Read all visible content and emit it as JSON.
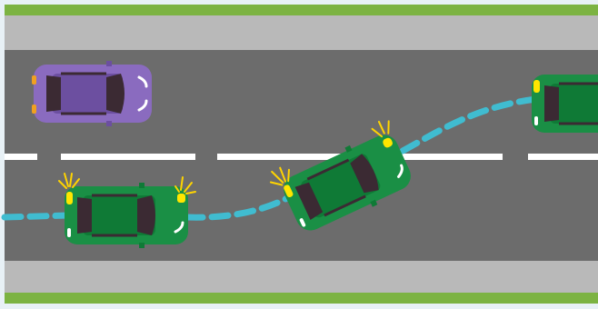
{
  "scene": {
    "description_title": "",
    "colors": {
      "grass": "#7cb342",
      "sidewalk": "#b9b9b9",
      "road": "#6c6c6c",
      "lane_marking": "#ffffff",
      "path_trail": "#40bcd0",
      "green_car_body": "#1a8f45",
      "green_car_roof": "#0f7a36",
      "purple_car_body": "#8a6bbf",
      "purple_car_roof": "#6c4fa0",
      "windshield": "#3b2a33",
      "indicator": "#ffe600",
      "tail_light": "#f0a020",
      "frame_border": "#e8f1f6"
    },
    "cars": [
      {
        "id": "purple-car",
        "kind": "parked",
        "color": "purple",
        "blinker": false
      },
      {
        "id": "green-car-start",
        "kind": "changing-lane",
        "color": "green",
        "blinker": true
      },
      {
        "id": "green-car-middle",
        "kind": "changing-lane",
        "color": "green",
        "blinker": true
      },
      {
        "id": "green-car-end",
        "kind": "changing-lane",
        "color": "green",
        "blinker": false
      }
    ]
  }
}
